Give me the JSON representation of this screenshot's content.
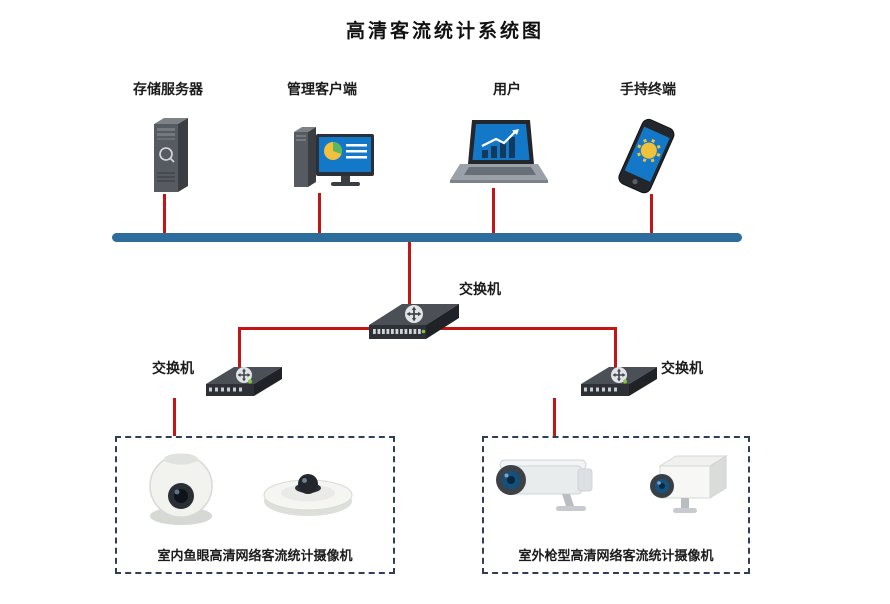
{
  "title": "高清客流统计系统图",
  "colors": {
    "bus_line": "#2d6d9b",
    "connector_line": "#c41414",
    "dashed_border": "#2f3e5a",
    "screen_blue": "#1478c8",
    "text": "#1b1b1b"
  },
  "devices": [
    {
      "id": "storage-server",
      "label": "存储服务器",
      "icon": "server-tower-icon"
    },
    {
      "id": "management-client",
      "label": "管理客户端",
      "icon": "desktop-computer-icon"
    },
    {
      "id": "user",
      "label": "用户",
      "icon": "laptop-icon"
    },
    {
      "id": "handheld-terminal",
      "label": "手持终端",
      "icon": "smartphone-icon"
    }
  ],
  "switches": {
    "core": {
      "label": "交换机",
      "icon": "network-switch-icon"
    },
    "left": {
      "label": "交换机",
      "icon": "network-switch-icon"
    },
    "right": {
      "label": "交换机",
      "icon": "network-switch-icon"
    }
  },
  "camera_groups": [
    {
      "id": "indoor-fisheye",
      "label": "室内鱼眼高清网络客流统计摄像机",
      "icons": [
        "fisheye-dome-camera-icon",
        "fisheye-panoramic-camera-icon"
      ]
    },
    {
      "id": "outdoor-bullet",
      "label": "室外枪型高清网络客流统计摄像机",
      "icons": [
        "bullet-camera-icon",
        "box-camera-icon"
      ]
    }
  ]
}
